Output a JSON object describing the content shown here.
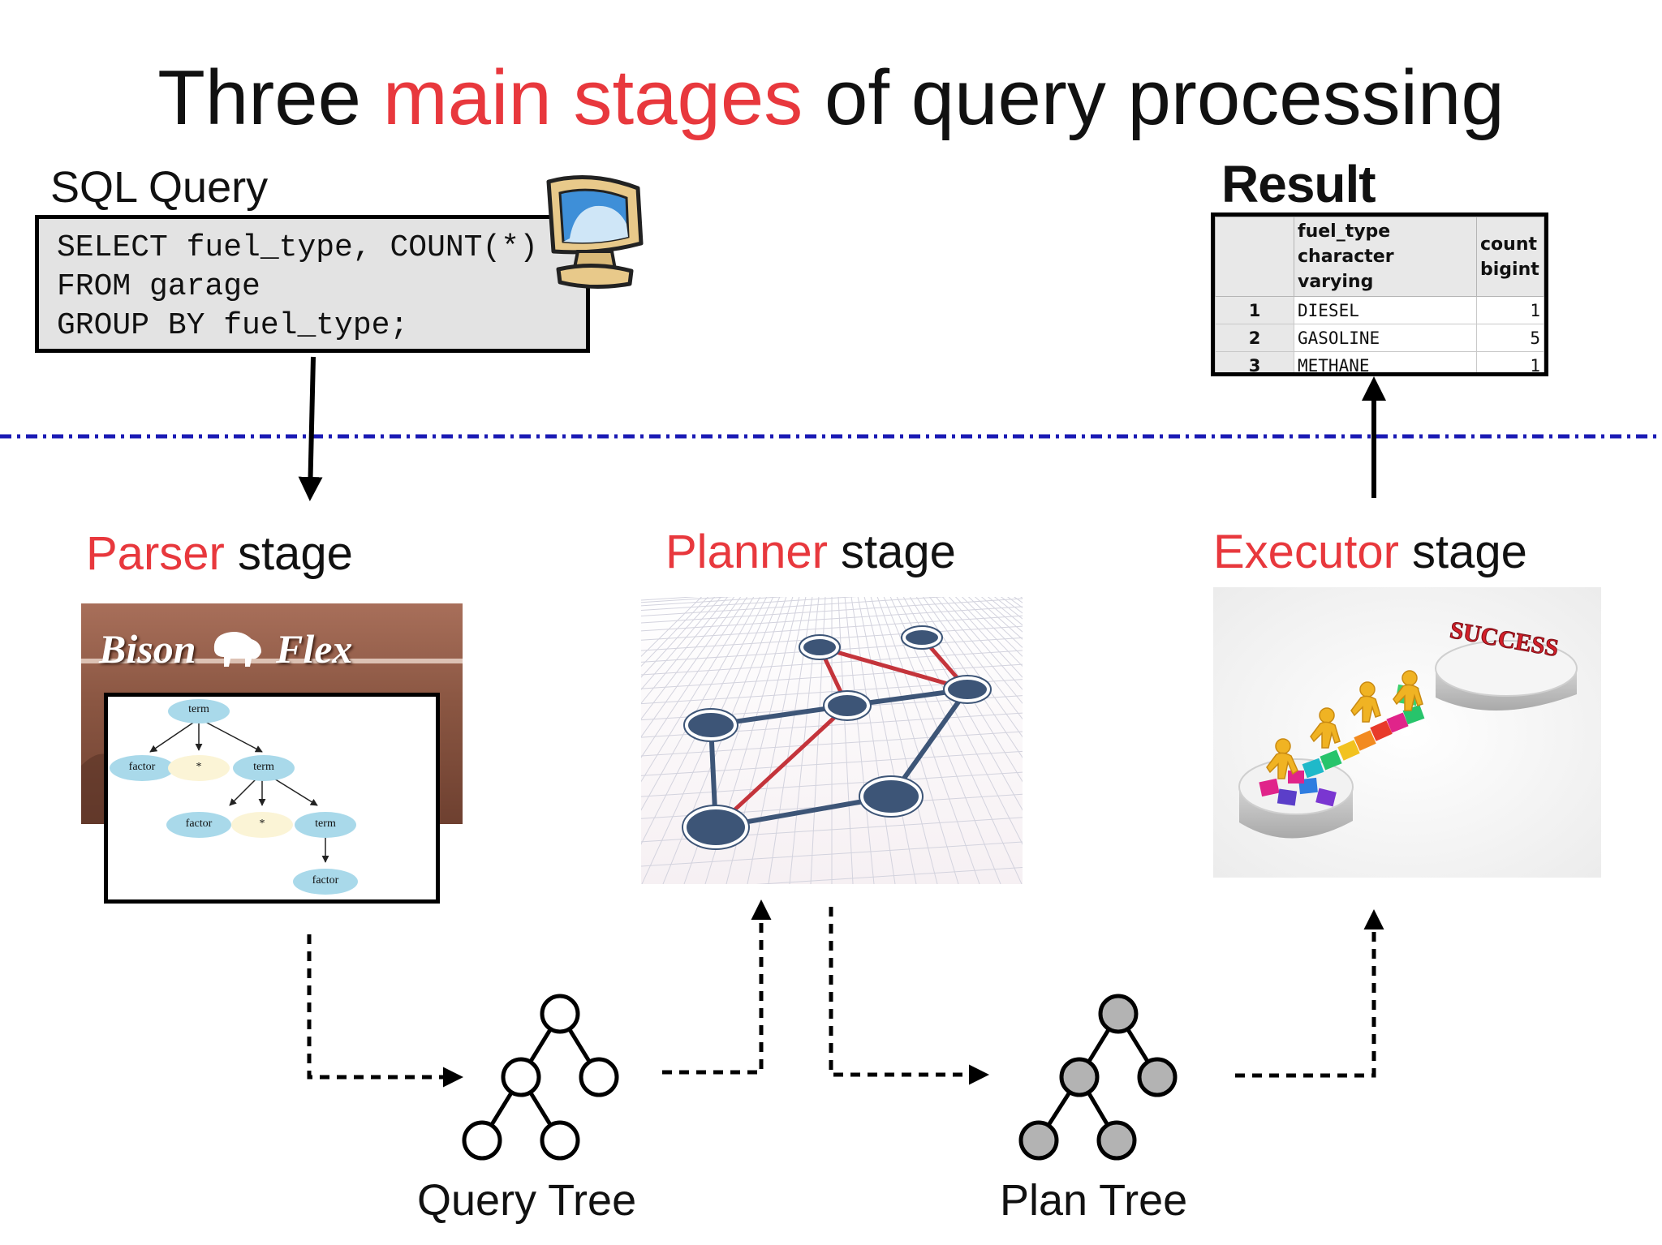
{
  "title": {
    "before": "Three ",
    "highlight": "main stages",
    "after": " of query processing"
  },
  "sql": {
    "label": "SQL Query",
    "lines": [
      "SELECT fuel_type, COUNT(*)",
      "FROM garage",
      "GROUP BY fuel_type;"
    ]
  },
  "result": {
    "label": "Result",
    "columns": [
      {
        "name": "fuel_type",
        "type": "character varying"
      },
      {
        "name": "count",
        "type": "bigint"
      }
    ],
    "rows": [
      {
        "n": "1",
        "fuel_type": "DIESEL",
        "count": "1"
      },
      {
        "n": "2",
        "fuel_type": "GASOLINE",
        "count": "5"
      },
      {
        "n": "3",
        "fuel_type": "METHANE",
        "count": "1"
      }
    ]
  },
  "stages": [
    {
      "name": "Parser",
      "suffix": " stage"
    },
    {
      "name": "Planner",
      "suffix": " stage"
    },
    {
      "name": "Executor",
      "suffix": " stage"
    }
  ],
  "parser_image": {
    "logo_left": "Bison",
    "logo_right": "Flex",
    "tree_nodes": [
      "term",
      "factor",
      "*",
      "term",
      "factor",
      "*",
      "term",
      "factor"
    ]
  },
  "executor_image": {
    "sign": "SUCCESS"
  },
  "trees": {
    "query": "Query Tree",
    "plan": "Plan Tree"
  },
  "colors": {
    "accent_red": "#e8383d",
    "divider_blue": "#1a1ab4",
    "plan_node_fill": "#b3b3b3",
    "planner_node_fill": "#3d5577",
    "planner_red_edge": "#c4343b"
  },
  "icons": [
    "computer-monitor-icon",
    "bison-icon"
  ]
}
